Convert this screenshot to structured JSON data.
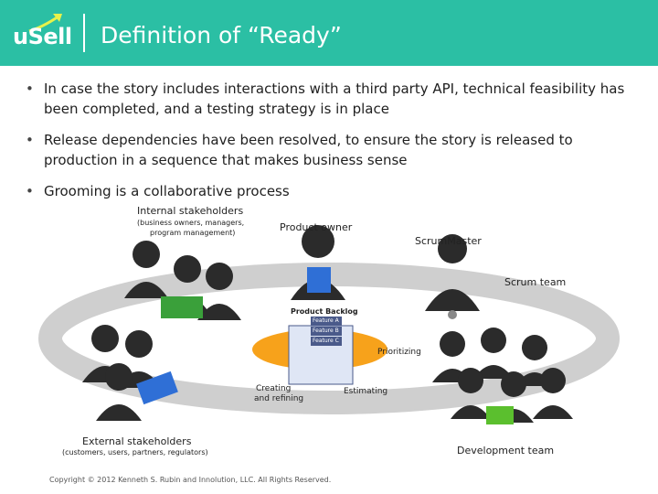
{
  "header": {
    "logo_text": "uSell",
    "title": "Definition of “Ready”",
    "bg_color": "#2bbfa4"
  },
  "bullets": [
    "In case the story includes interactions with a third party API, technical feasibility has been completed, and a testing strategy is in place",
    "Release dependencies have been resolved, to ensure the story is released to production in a sequence that makes business sense",
    "Grooming is a collaborative process"
  ],
  "diagram": {
    "internal_stakeholders": "Internal stakeholders",
    "internal_sub_1": "(business owners, managers,",
    "internal_sub_2": "program management)",
    "product_owner": "Product owner",
    "scrum_master": "ScrumMaster",
    "scrum_team": "Scrum team",
    "product_backlog": "Product Backlog",
    "features": [
      "Feature A",
      "Feature B",
      "Feature C"
    ],
    "prioritizing": "Prioritizing",
    "creating_1": "Creating",
    "creating_2": "and refining",
    "estimating": "Estimating",
    "external_stakeholders": "External stakeholders",
    "external_sub": "(customers, users, partners, regulators)",
    "development_team": "Development team"
  },
  "footer": {
    "copyright": "Copyright © 2012 Kenneth S. Rubin and Innolution, LLC. All Rights Reserved."
  }
}
